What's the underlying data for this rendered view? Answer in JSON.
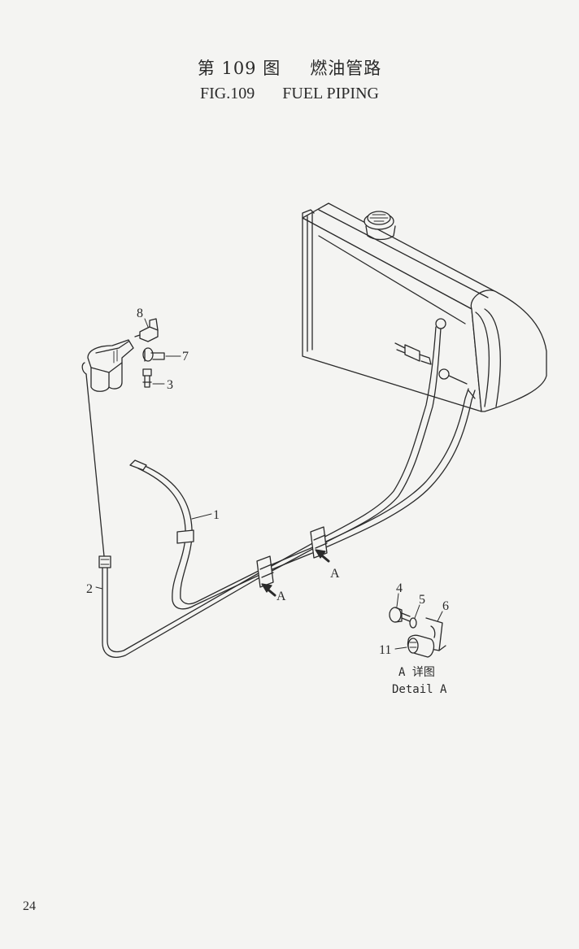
{
  "title": {
    "cn_fig": "第 109 图",
    "cn_name": "燃油管路",
    "en_fig": "FIG.109",
    "en_name": "FUEL PIPING"
  },
  "callouts": {
    "c1": "1",
    "c2": "2",
    "c3": "3",
    "c4": "4",
    "c5": "5",
    "c6": "6",
    "c7": "7",
    "c8": "8",
    "c11": "11",
    "arrow_a1": "A",
    "arrow_a2": "A"
  },
  "detail": {
    "cn": "A 详图",
    "en": "Detail A"
  },
  "page_number": "24",
  "colors": {
    "ink": "#2a2a2a",
    "paper": "#f4f4f2"
  }
}
